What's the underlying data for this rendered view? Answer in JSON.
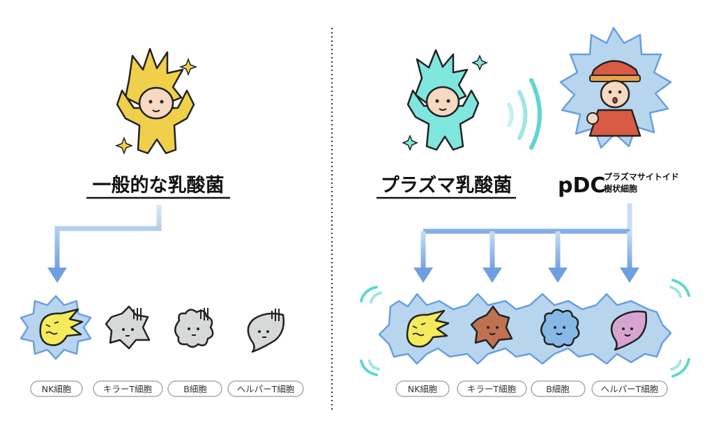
{
  "left": {
    "title": "一般的な乳酸菌",
    "cells": [
      "NK細胞",
      "キラーT細胞",
      "B細胞",
      "ヘルパーT細胞"
    ]
  },
  "right": {
    "title": "プラズマ乳酸菌",
    "pdc": {
      "label": "pDC",
      "sub_line1": "プラズマサイトイド",
      "sub_line2": "樹状細胞"
    },
    "cells": [
      "NK細胞",
      "キラーT細胞",
      "B細胞",
      "ヘルパーT細胞"
    ]
  },
  "colors": {
    "arrow": "#6f9fe0",
    "activation_bg": "#b7d6ee",
    "activation_stroke": "#6a9ee0",
    "wave": "#5fd6d0",
    "inactive_cell": "#d7d8d8",
    "nk": "#f5ea5a",
    "killer_t": "#c0714f",
    "b": "#86b9e8",
    "helper_t": "#d7a3cf",
    "general_bacteria": "#f0d04a",
    "plasma_bacteria": "#7fe6de"
  }
}
